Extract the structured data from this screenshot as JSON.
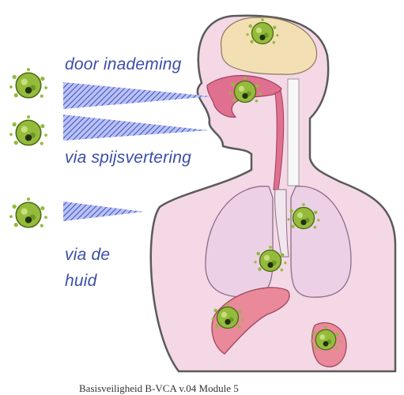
{
  "routes": {
    "inademing": "door inademing",
    "spijsvertering": "via spijsvertering",
    "huid_line1": "via de",
    "huid_line2": "huid"
  },
  "footer": "Basisveiligheid B-VCA v.04 Module 5",
  "colors": {
    "label_blue": "#3b4ea8",
    "cone_blue": "#4a5fd0",
    "skin": "#f4d8e6",
    "body_outline": "#5a5a5a",
    "brain": "#f3dfb4",
    "airway": "#e0708f",
    "organ": "#e9899a",
    "microbe": "#8fb83a"
  },
  "icons": [
    "microbe-icon",
    "exposure-cone-icon"
  ]
}
